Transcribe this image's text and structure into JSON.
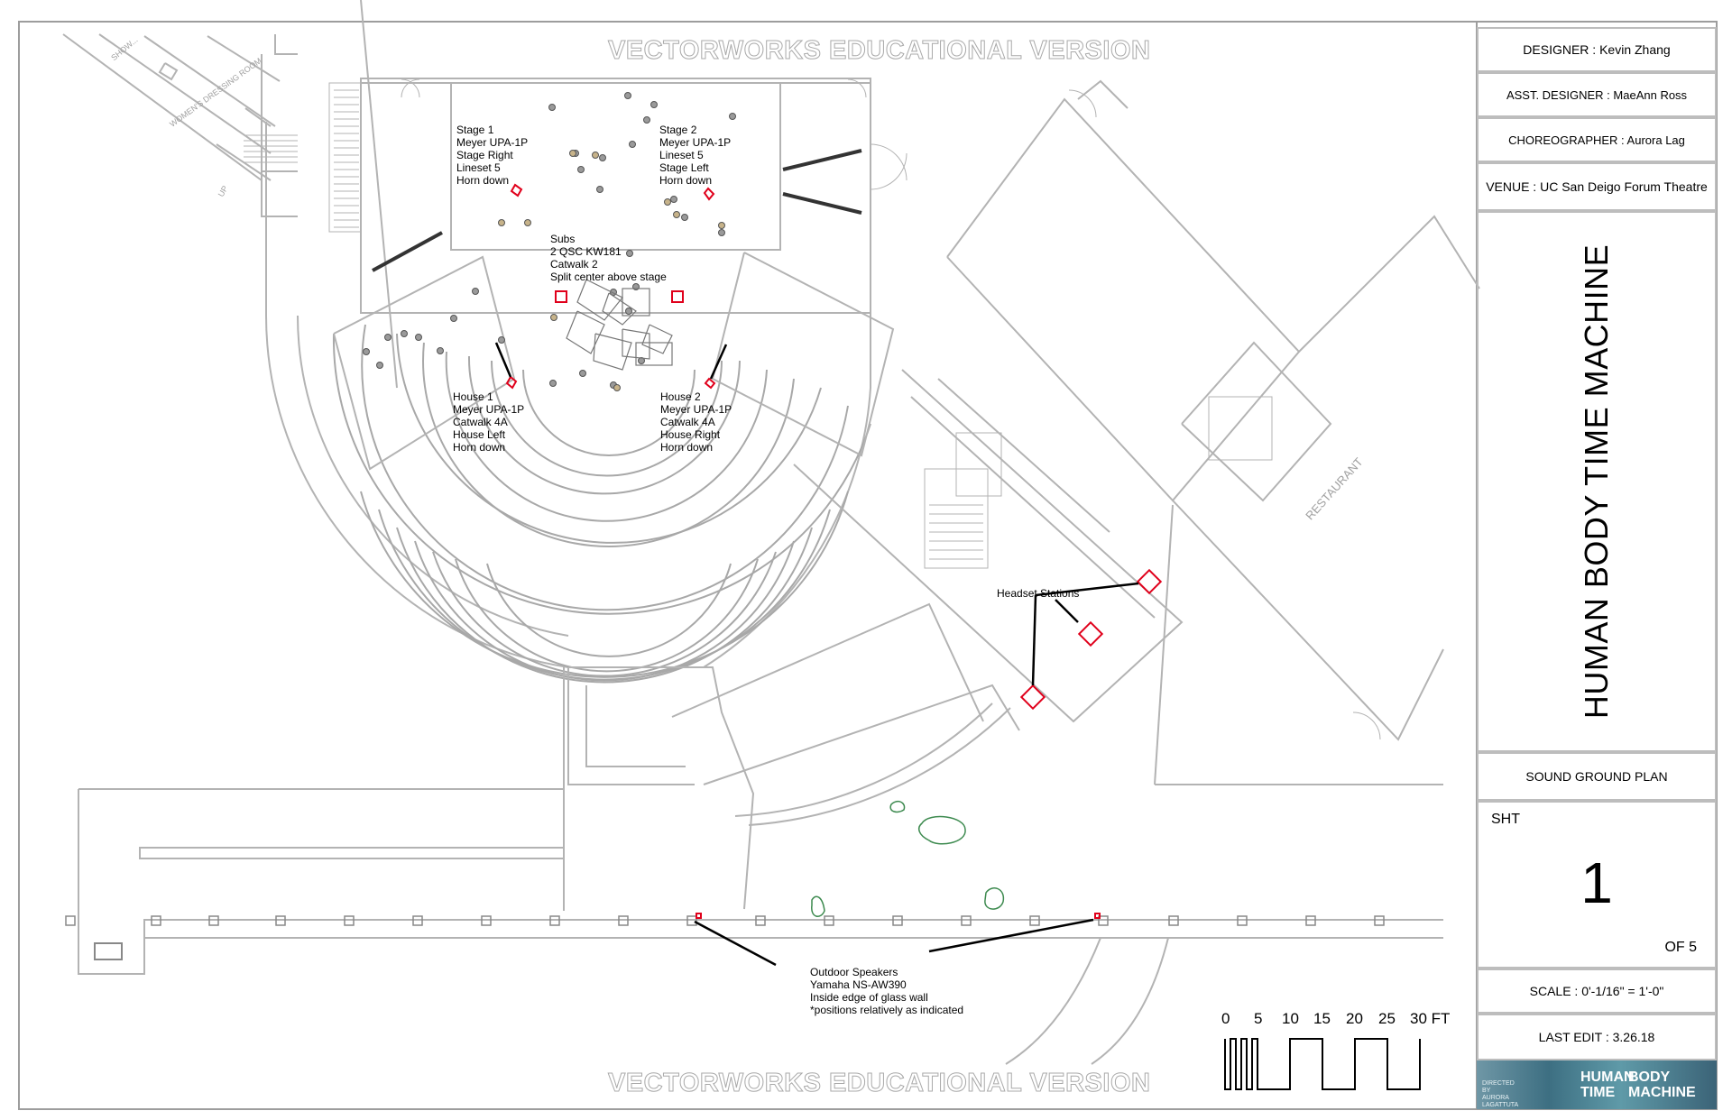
{
  "watermark": "VECTORWORKS EDUCATIONAL VERSION",
  "labels": {
    "stage1": [
      "Stage 1",
      "Meyer UPA-1P",
      "Stage Right",
      "Lineset 5",
      "Horn down"
    ],
    "stage2": [
      "Stage 2",
      "Meyer UPA-1P",
      "Lineset 5",
      "Stage Left",
      "Horn down"
    ],
    "subs": [
      "Subs",
      "2 QSC KW181",
      "Catwalk 2",
      "Split center above stage"
    ],
    "house1": [
      "House 1",
      "Meyer UPA-1P",
      "Catwalk 4A",
      "House Left",
      "Horn down"
    ],
    "house2": [
      "House 2",
      "Meyer UPA-1P",
      "Catwalk 4A",
      "House Right",
      "Horn down"
    ],
    "headset": "Headset Stations",
    "outdoor": [
      "Outdoor Speakers",
      "Yamaha NS-AW390",
      "Inside edge of glass wall",
      "*positions relatively as indicated"
    ],
    "restaurant": "RESTAURANT",
    "womens_dressing": "WOMEN'S DRESSING ROOM",
    "shower": "SHOW...",
    "up_stair": "UP"
  },
  "scale_bar": {
    "ticks": [
      "0",
      "5",
      "10",
      "15",
      "20",
      "25",
      "30 FT"
    ]
  },
  "title_block": {
    "designer": "DESIGNER : Kevin Zhang",
    "asst_designer": "ASST. DESIGNER : MaeAnn Ross",
    "choreographer": "CHOREOGRAPHER : Aurora Lag",
    "venue": "VENUE : UC San Deigo Forum Theatre",
    "title": "HUMAN BODY TIME MACHINE",
    "plan_name": "SOUND GROUND PLAN",
    "sheet_label": "SHT",
    "sheet_number": "1",
    "sheet_of": "OF 5",
    "scale": "SCALE : 0'-1/16\" = 1'-0\"",
    "last_edit": "LAST EDIT : 3.26.18"
  },
  "thumbnail": {
    "directed_by": [
      "DIRECTED",
      "BY",
      "AURORA",
      "LAGATTUTA"
    ],
    "title_left": [
      "HUMAN",
      "TIME"
    ],
    "title_right": [
      "BODY",
      "MACHINE"
    ]
  },
  "colors": {
    "wall": "#b3b3b3",
    "speaker": "#e0001b",
    "plant": "#3d8a4f",
    "title_border": "#bdbdbd"
  }
}
